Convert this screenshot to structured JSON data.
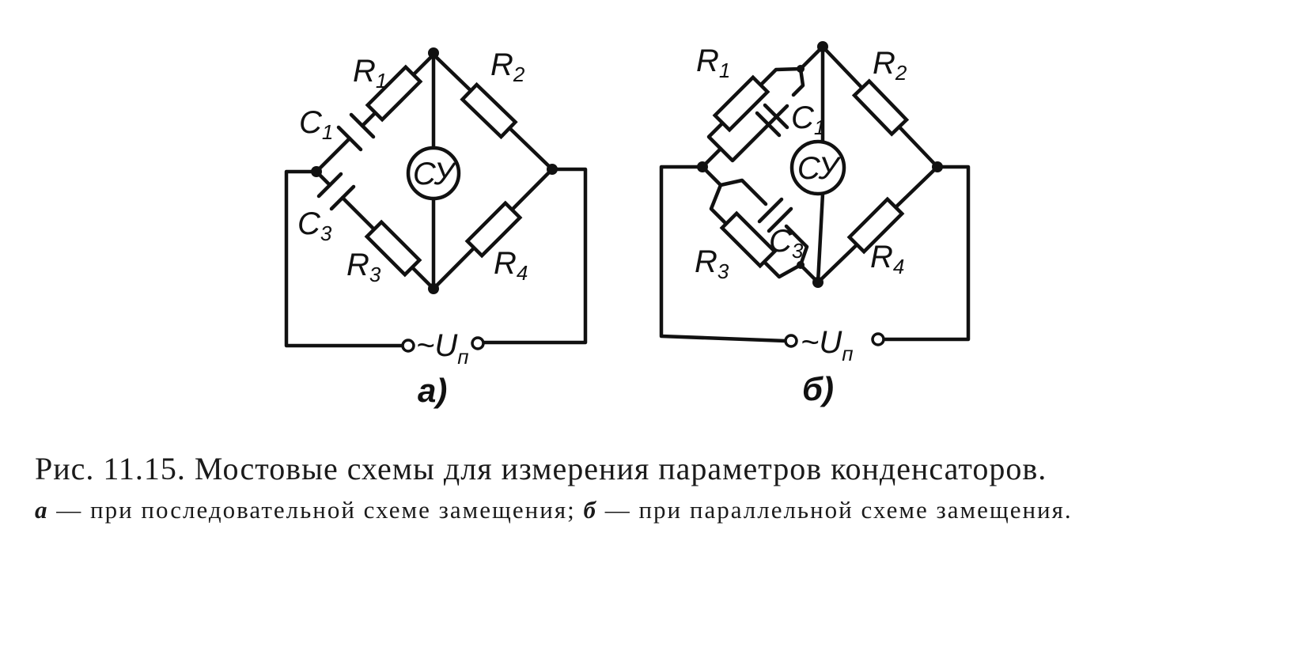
{
  "figure": {
    "diagram_a": {
      "panel_label": "а)",
      "labels": {
        "r1": "R",
        "r1_sub": "1",
        "r2": "R",
        "r2_sub": "2",
        "r3": "R",
        "r3_sub": "3",
        "r4": "R",
        "r4_sub": "4",
        "c1": "C",
        "c1_sub": "1",
        "c3": "C",
        "c3_sub": "3",
        "detector": "СУ",
        "source": "~U",
        "source_sub": "п"
      }
    },
    "diagram_b": {
      "panel_label": "б)",
      "labels": {
        "r1": "R",
        "r1_sub": "1",
        "r2": "R",
        "r2_sub": "2",
        "r3": "R",
        "r3_sub": "3",
        "r4": "R",
        "r4_sub": "4",
        "c1": "C",
        "c1_sub": "1",
        "c3": "C",
        "c3_sub": "3",
        "detector": "СУ",
        "source": "~U",
        "source_sub": "п"
      }
    }
  },
  "caption": {
    "title": "Рис. 11.15. Мостовые схемы для измерения параметров конденса­торов.",
    "items": [
      {
        "key": "а",
        "text": " — при последовательной схеме замещения; "
      },
      {
        "key": "б",
        "text": " — при параллельной схеме за­мещения."
      }
    ]
  }
}
